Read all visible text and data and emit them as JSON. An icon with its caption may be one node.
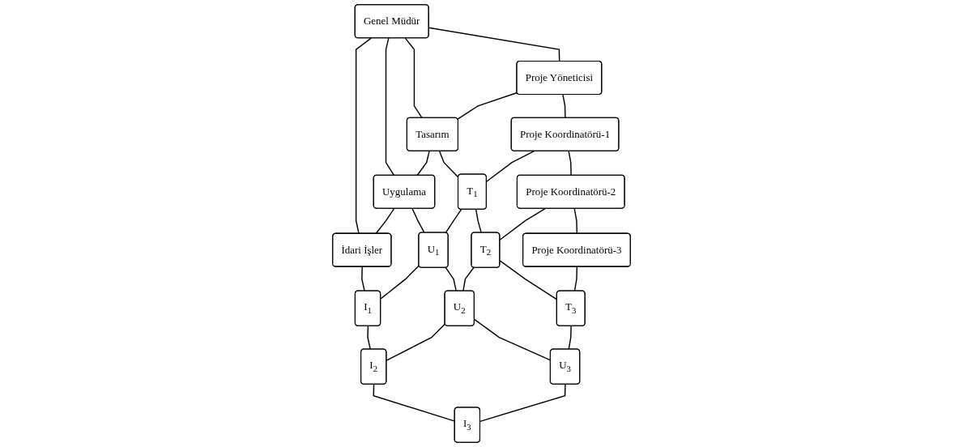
{
  "diagram": {
    "nodes": [
      {
        "text": [
          "Genel Müdür"
        ]
      },
      {
        "text": [
          "Proje Yöneticisi"
        ]
      },
      {
        "text": [
          "Tasarım"
        ]
      },
      {
        "text": [
          "Uygulama"
        ]
      },
      {
        "text": [
          "İdari İşler"
        ]
      },
      {
        "text": [
          "Proje Koordinatörü-1"
        ]
      },
      {
        "text": [
          "T$_{1}$"
        ]
      },
      {
        "text": [
          "U$_{1}$"
        ]
      },
      {
        "text": [
          "I$_{1}$"
        ]
      },
      {
        "text": [
          "Proje Koordinatörü-2"
        ]
      },
      {
        "text": [
          "T$_{2}$"
        ]
      },
      {
        "text": [
          "U$_{2}$"
        ]
      },
      {
        "text": [
          "I$_{2}$"
        ]
      },
      {
        "text": [
          "Proje Koordinatörü-3"
        ]
      },
      {
        "text": [
          "T$_{3}$"
        ]
      },
      {
        "text": [
          "U$_{3}$"
        ]
      },
      {
        "text": [
          "I$_{3}$"
        ]
      }
    ],
    "edges": [
      {
        "from": 0,
        "to": 1,
        "arrow": "none"
      },
      {
        "from": 0,
        "to": 2,
        "arrow": "none"
      },
      {
        "from": 0,
        "to": 3,
        "arrow": "none"
      },
      {
        "from": 0,
        "to": 4,
        "arrow": "none"
      },
      {
        "from": 1,
        "to": 2,
        "arrow": "none"
      },
      {
        "from": 2,
        "to": 3,
        "arrow": "none"
      },
      {
        "from": 3,
        "to": 4,
        "arrow": "none"
      },
      {
        "from": 1,
        "to": 5,
        "arrow": "none"
      },
      {
        "from": 5,
        "to": 9,
        "arrow": "none"
      },
      {
        "from": 9,
        "to": 13,
        "arrow": "none"
      },
      {
        "from": 2,
        "to": 6,
        "arrow": "none"
      },
      {
        "from": 6,
        "to": 10,
        "arrow": "none"
      },
      {
        "from": 10,
        "to": 14,
        "arrow": "none"
      },
      {
        "from": 3,
        "to": 7,
        "arrow": "none"
      },
      {
        "from": 7,
        "to": 11,
        "arrow": "none"
      },
      {
        "from": 11,
        "to": 15,
        "arrow": "none"
      },
      {
        "from": 4,
        "to": 8,
        "arrow": "none"
      },
      {
        "from": 8,
        "to": 12,
        "arrow": "none"
      },
      {
        "from": 12,
        "to": 16,
        "arrow": "none"
      },
      {
        "from": 5,
        "to": 6,
        "arrow": "none"
      },
      {
        "from": 6,
        "to": 7,
        "arrow": "none"
      },
      {
        "from": 7,
        "to": 8,
        "arrow": "none"
      },
      {
        "from": 9,
        "to": 10,
        "arrow": "none"
      },
      {
        "from": 10,
        "to": 11,
        "arrow": "none"
      },
      {
        "from": 11,
        "to": 12,
        "arrow": "none"
      },
      {
        "from": 13,
        "to": 14,
        "arrow": "none"
      },
      {
        "from": 14,
        "to": 15,
        "arrow": "none"
      },
      {
        "from": 15,
        "to": 16,
        "arrow": "none"
      }
    ]
  }
}
